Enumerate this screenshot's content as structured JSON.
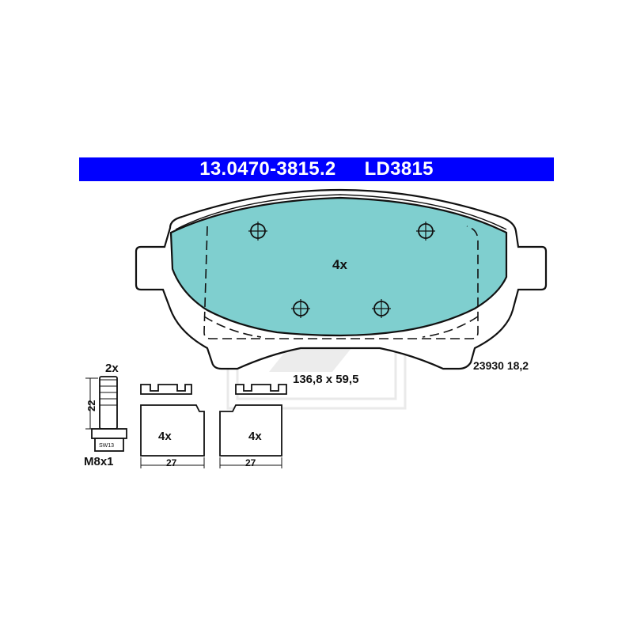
{
  "header": {
    "part_number": "13.0470-3815.2",
    "code": "LD3815"
  },
  "pad": {
    "quantity_label": "4x",
    "dimensions": "136,8 x 59,5",
    "reference": "23930 18,2"
  },
  "bolt": {
    "quantity_label": "2x",
    "length": "22",
    "wrench_size": "SW13",
    "thread": "M8x1"
  },
  "clip_left": {
    "quantity_label": "4x",
    "width": "27"
  },
  "clip_right": {
    "quantity_label": "4x",
    "width": "27"
  },
  "colors": {
    "header_bg": "#0000ff",
    "header_text": "#ffffff",
    "friction_material": "#7fcfcf",
    "outline": "#111111"
  }
}
